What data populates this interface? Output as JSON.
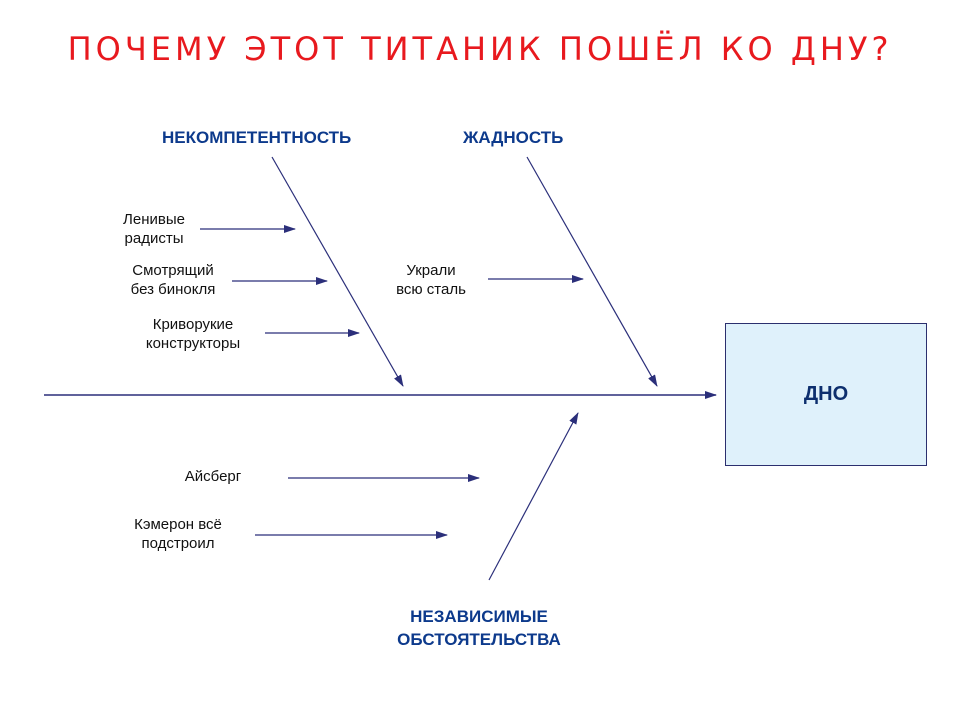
{
  "title": "ПОЧЕМУ ЭТОТ ТИТАНИК ПОШЁЛ КО ДНУ?",
  "effect": "ДНО",
  "colors": {
    "title": "#e8191e",
    "category": "#0d3a8c",
    "line": "#2b2f7a",
    "effect_fill": "#dff1fb"
  },
  "categories": [
    {
      "label": "НЕКОМПЕТЕНТНОСТЬ",
      "causes": [
        {
          "label": "Ленивые\nрадисты"
        },
        {
          "label": "Смотрящий\nбез бинокля"
        },
        {
          "label": "Криворукие\nконструкторы"
        }
      ]
    },
    {
      "label": "ЖАДНОСТЬ",
      "causes": [
        {
          "label": "Украли\nвсю сталь"
        }
      ]
    },
    {
      "label": "НЕЗАВИСИМЫЕ\nОБСТОЯТЕЛЬСТВА",
      "causes": [
        {
          "label": "Айсберг"
        },
        {
          "label": "Кэмерон всё\nподстроил"
        }
      ]
    }
  ]
}
